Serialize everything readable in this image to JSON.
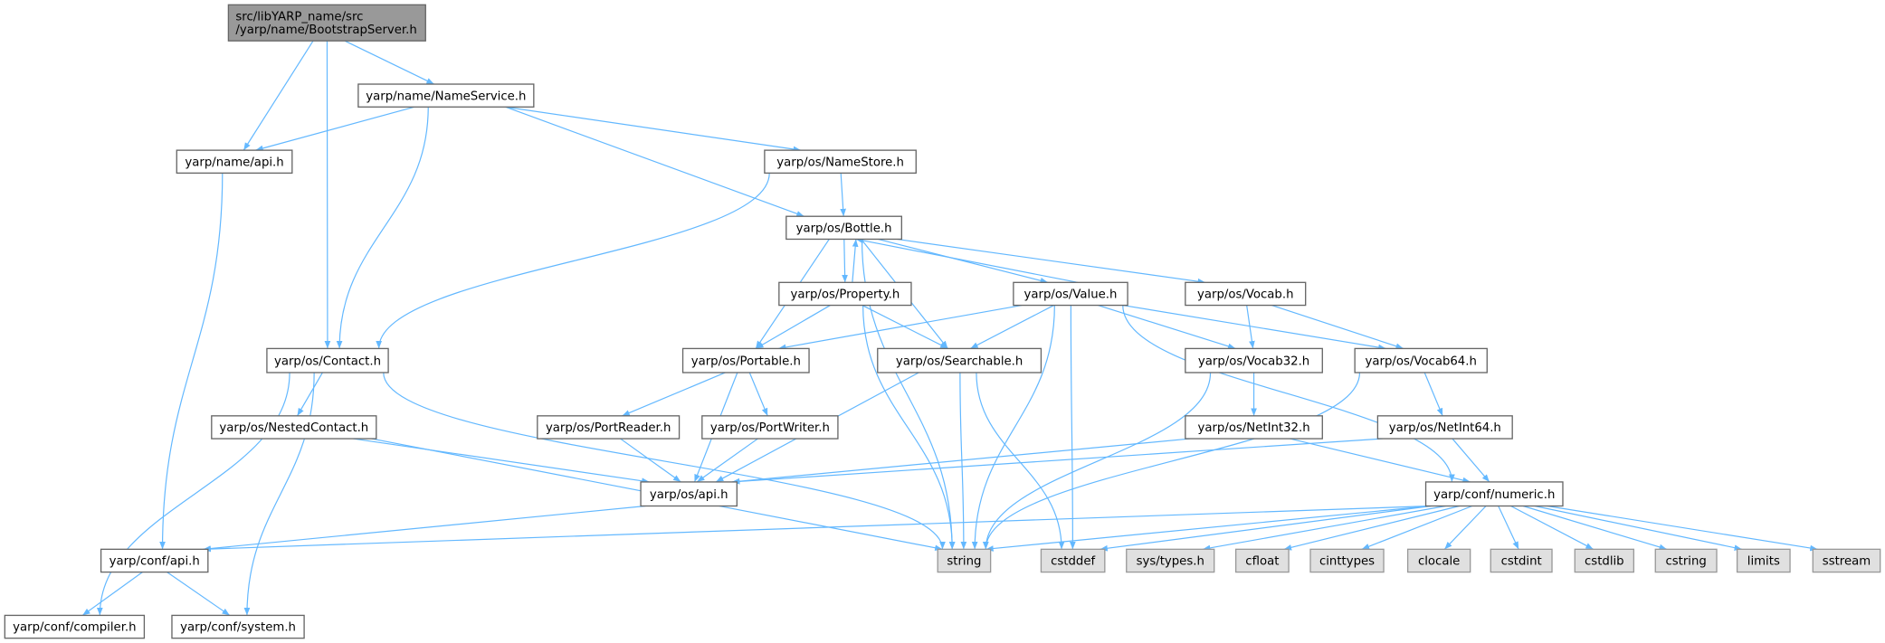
{
  "graph": {
    "edge_color": "#63b8ff",
    "nodes": [
      {
        "id": "root",
        "label": [
          "src/libYARP_name/src",
          "/yarp/name/BootstrapServer.h"
        ],
        "kind": "root"
      },
      {
        "id": "nameservice",
        "label": [
          "yarp/name/NameService.h"
        ],
        "kind": "file"
      },
      {
        "id": "nameapi",
        "label": [
          "yarp/name/api.h"
        ],
        "kind": "file"
      },
      {
        "id": "namestore",
        "label": [
          "yarp/os/NameStore.h"
        ],
        "kind": "file"
      },
      {
        "id": "bottle",
        "label": [
          "yarp/os/Bottle.h"
        ],
        "kind": "file"
      },
      {
        "id": "property",
        "label": [
          "yarp/os/Property.h"
        ],
        "kind": "file"
      },
      {
        "id": "value",
        "label": [
          "yarp/os/Value.h"
        ],
        "kind": "file"
      },
      {
        "id": "vocab",
        "label": [
          "yarp/os/Vocab.h"
        ],
        "kind": "file"
      },
      {
        "id": "contact",
        "label": [
          "yarp/os/Contact.h"
        ],
        "kind": "file"
      },
      {
        "id": "portable",
        "label": [
          "yarp/os/Portable.h"
        ],
        "kind": "file"
      },
      {
        "id": "searchable",
        "label": [
          "yarp/os/Searchable.h"
        ],
        "kind": "file"
      },
      {
        "id": "vocab32",
        "label": [
          "yarp/os/Vocab32.h"
        ],
        "kind": "file"
      },
      {
        "id": "vocab64",
        "label": [
          "yarp/os/Vocab64.h"
        ],
        "kind": "file"
      },
      {
        "id": "nestedcontact",
        "label": [
          "yarp/os/NestedContact.h"
        ],
        "kind": "file"
      },
      {
        "id": "portreader",
        "label": [
          "yarp/os/PortReader.h"
        ],
        "kind": "file"
      },
      {
        "id": "portwriter",
        "label": [
          "yarp/os/PortWriter.h"
        ],
        "kind": "file"
      },
      {
        "id": "netint32",
        "label": [
          "yarp/os/NetInt32.h"
        ],
        "kind": "file"
      },
      {
        "id": "netint64",
        "label": [
          "yarp/os/NetInt64.h"
        ],
        "kind": "file"
      },
      {
        "id": "osapi",
        "label": [
          "yarp/os/api.h"
        ],
        "kind": "file"
      },
      {
        "id": "numeric",
        "label": [
          "yarp/conf/numeric.h"
        ],
        "kind": "file"
      },
      {
        "id": "confapi",
        "label": [
          "yarp/conf/api.h"
        ],
        "kind": "file"
      },
      {
        "id": "string",
        "label": [
          "string"
        ],
        "kind": "system"
      },
      {
        "id": "cstddef",
        "label": [
          "cstddef"
        ],
        "kind": "system"
      },
      {
        "id": "systypes",
        "label": [
          "sys/types.h"
        ],
        "kind": "system"
      },
      {
        "id": "cfloat",
        "label": [
          "cfloat"
        ],
        "kind": "system"
      },
      {
        "id": "cinttypes",
        "label": [
          "cinttypes"
        ],
        "kind": "system"
      },
      {
        "id": "clocale",
        "label": [
          "clocale"
        ],
        "kind": "system"
      },
      {
        "id": "cstdint",
        "label": [
          "cstdint"
        ],
        "kind": "system"
      },
      {
        "id": "cstdlib",
        "label": [
          "cstdlib"
        ],
        "kind": "system"
      },
      {
        "id": "cstring",
        "label": [
          "cstring"
        ],
        "kind": "system"
      },
      {
        "id": "limits",
        "label": [
          "limits"
        ],
        "kind": "system"
      },
      {
        "id": "sstream",
        "label": [
          "sstream"
        ],
        "kind": "system"
      },
      {
        "id": "compiler",
        "label": [
          "yarp/conf/compiler.h"
        ],
        "kind": "file"
      },
      {
        "id": "system",
        "label": [
          "yarp/conf/system.h"
        ],
        "kind": "file"
      }
    ],
    "edges": [
      [
        "root",
        "nameapi"
      ],
      [
        "root",
        "contact"
      ],
      [
        "root",
        "nameservice"
      ],
      [
        "nameservice",
        "nameapi"
      ],
      [
        "nameservice",
        "contact"
      ],
      [
        "nameservice",
        "bottle"
      ],
      [
        "nameservice",
        "namestore"
      ],
      [
        "nameapi",
        "confapi"
      ],
      [
        "namestore",
        "bottle"
      ],
      [
        "namestore",
        "contact"
      ],
      [
        "bottle",
        "string"
      ],
      [
        "bottle",
        "portable"
      ],
      [
        "bottle",
        "property"
      ],
      [
        "bottle",
        "value"
      ],
      [
        "bottle",
        "searchable"
      ],
      [
        "bottle",
        "vocab"
      ],
      [
        "property",
        "bottle"
      ],
      [
        "value",
        "bottle"
      ],
      [
        "property",
        "portable"
      ],
      [
        "property",
        "searchable"
      ],
      [
        "property",
        "string"
      ],
      [
        "value",
        "portable"
      ],
      [
        "value",
        "searchable"
      ],
      [
        "value",
        "string"
      ],
      [
        "value",
        "cstddef"
      ],
      [
        "value",
        "vocab32"
      ],
      [
        "value",
        "vocab64"
      ],
      [
        "value",
        "numeric"
      ],
      [
        "vocab",
        "vocab32"
      ],
      [
        "vocab",
        "vocab64"
      ],
      [
        "contact",
        "nestedcontact"
      ],
      [
        "contact",
        "string"
      ],
      [
        "contact",
        "compiler"
      ],
      [
        "contact",
        "system"
      ],
      [
        "portable",
        "portreader"
      ],
      [
        "portable",
        "portwriter"
      ],
      [
        "portable",
        "osapi"
      ],
      [
        "searchable",
        "osapi"
      ],
      [
        "searchable",
        "string"
      ],
      [
        "searchable",
        "cstddef"
      ],
      [
        "vocab32",
        "netint32"
      ],
      [
        "vocab32",
        "string"
      ],
      [
        "vocab64",
        "netint64"
      ],
      [
        "vocab64",
        "string"
      ],
      [
        "nestedcontact",
        "osapi"
      ],
      [
        "nestedcontact",
        "string"
      ],
      [
        "portreader",
        "osapi"
      ],
      [
        "portwriter",
        "osapi"
      ],
      [
        "netint32",
        "osapi"
      ],
      [
        "netint32",
        "numeric"
      ],
      [
        "netint64",
        "osapi"
      ],
      [
        "netint64",
        "numeric"
      ],
      [
        "osapi",
        "confapi"
      ],
      [
        "numeric",
        "confapi"
      ],
      [
        "numeric",
        "string"
      ],
      [
        "numeric",
        "cstddef"
      ],
      [
        "numeric",
        "systypes"
      ],
      [
        "numeric",
        "cfloat"
      ],
      [
        "numeric",
        "cinttypes"
      ],
      [
        "numeric",
        "clocale"
      ],
      [
        "numeric",
        "cstdint"
      ],
      [
        "numeric",
        "cstdlib"
      ],
      [
        "numeric",
        "cstring"
      ],
      [
        "numeric",
        "limits"
      ],
      [
        "numeric",
        "sstream"
      ],
      [
        "confapi",
        "compiler"
      ],
      [
        "confapi",
        "system"
      ]
    ]
  }
}
